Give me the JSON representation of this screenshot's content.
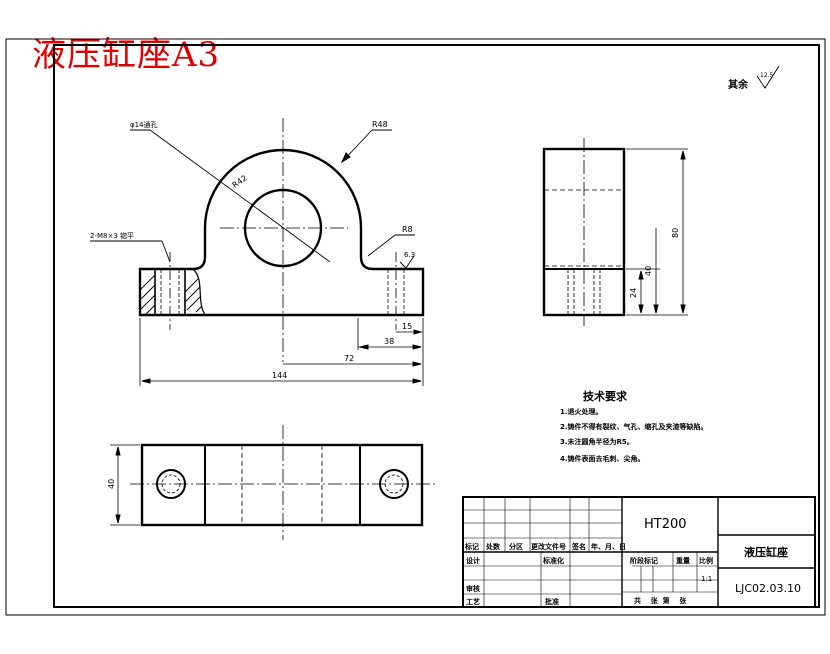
{
  "sheet_label": "液压缸座A3",
  "roughness_note": {
    "label": "其余",
    "value": "12.5"
  },
  "dimensions": {
    "hole_note": "φ14通孔",
    "r_top": "R48",
    "r_center": "R42",
    "r_fillet": "R8",
    "thread_note": "2-M8×3 锪平",
    "roughness_right": "6.3",
    "d15": "15",
    "d38": "38",
    "d72": "72",
    "d144": "144",
    "h80": "80",
    "h40": "40",
    "h24": "24",
    "w40": "40"
  },
  "tech_requirements": {
    "title": "技术要求",
    "items": [
      "1.退火处理。",
      "2.铸件不得有裂纹、气孔、缩孔及夹渣等缺陷。",
      "3.未注圆角半径为R5。",
      "4.铸件表面去毛刺、尖角。"
    ]
  },
  "title_block": {
    "material": "HT200",
    "part_name": "液压缸座",
    "drawing_number": "LJC02.03.10",
    "row_headers": [
      "标记",
      "处数",
      "分区",
      "更改文件号",
      "签名",
      "年、月、日"
    ],
    "design": "设计",
    "standardization": "标准化",
    "stage_mark": "阶段标记",
    "weight": "重量",
    "scale": "比例",
    "scale_value": "1:1",
    "review": "审核",
    "process": "工艺",
    "approve": "批准",
    "sheets": "共    张  第    张"
  }
}
